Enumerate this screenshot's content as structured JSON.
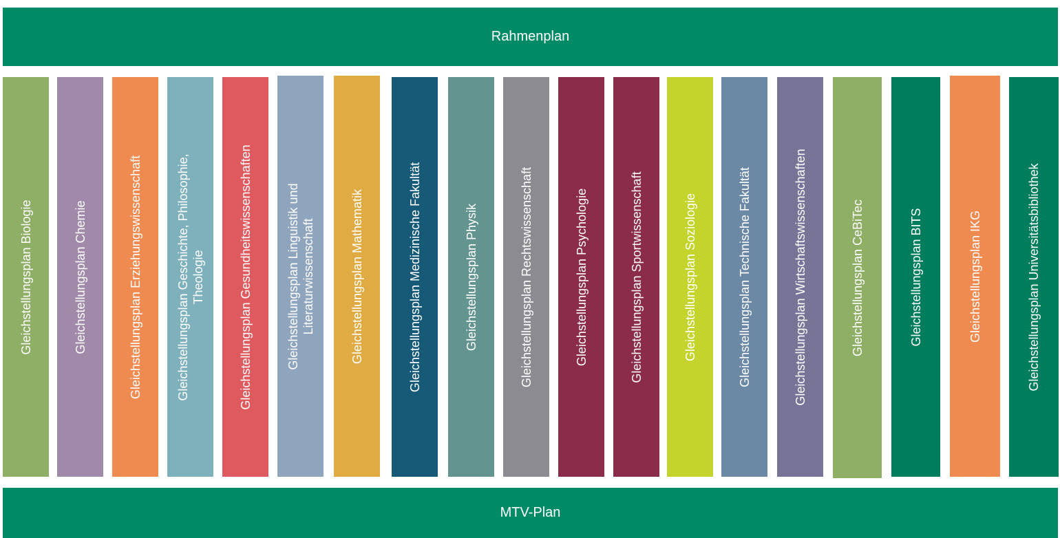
{
  "header": {
    "label": "Rahmenplan",
    "color": "#008b66"
  },
  "footer": {
    "label": "MTV-Plan",
    "color": "#008b66"
  },
  "columns": [
    {
      "label": "Gleichstellungsplan  Biologie",
      "color": "#8fae66"
    },
    {
      "label": "Gleichstellungsplan  Chemie",
      "color": "#a18aa9"
    },
    {
      "label": "Gleichstellungsplan  Erziehungswissenschaft",
      "color": "#ef8a50"
    },
    {
      "label": "Gleichstellungsplan  Geschichte, Philosophie,\nTheologie",
      "color": "#7fb1bc"
    },
    {
      "label": "Gleichstellungsplan  Gesundheitswissenschaften",
      "color": "#df5a5e"
    },
    {
      "label": "Gleichstellungsplan  Linguistik  und\nLiteraturwissenschaft",
      "color": "#8fa4bd"
    },
    {
      "label": "Gleichstellungsplan  Mathematik",
      "color": "#dfab42"
    },
    {
      "label": "Gleichstellungsplan  Medizinische  Fakultät",
      "color": "#165a78"
    },
    {
      "label": "Gleichstellungsplan  Physik",
      "color": "#64948f"
    },
    {
      "label": "Gleichstellungsplan  Rechtswissenschaft",
      "color": "#8c8b92"
    },
    {
      "label": "Gleichstellungsplan  Psychologie",
      "color": "#8b2c4b"
    },
    {
      "label": "Gleichstellungsplan  Sportwissenschaft",
      "color": "#8b2c4b"
    },
    {
      "label": "Gleichstellungsplan  Soziologie",
      "color": "#c4d42c"
    },
    {
      "label": "Gleichstellungsplan  Technische  Fakultät",
      "color": "#6b88a4"
    },
    {
      "label": "Gleichstellungsplan  Wirtschaftswissenschaften",
      "color": "#777498"
    },
    {
      "label": "Gleichstellungsplan CeBiTec",
      "color": "#8fae66"
    },
    {
      "label": "Gleichstellungsplan BITS",
      "color": "#007d5c"
    },
    {
      "label": "Gleichstellungsplan IKG",
      "color": "#ef8a50"
    },
    {
      "label": "Gleichstellungsplan Universitätsbibliothek",
      "color": "#007d5c"
    }
  ]
}
